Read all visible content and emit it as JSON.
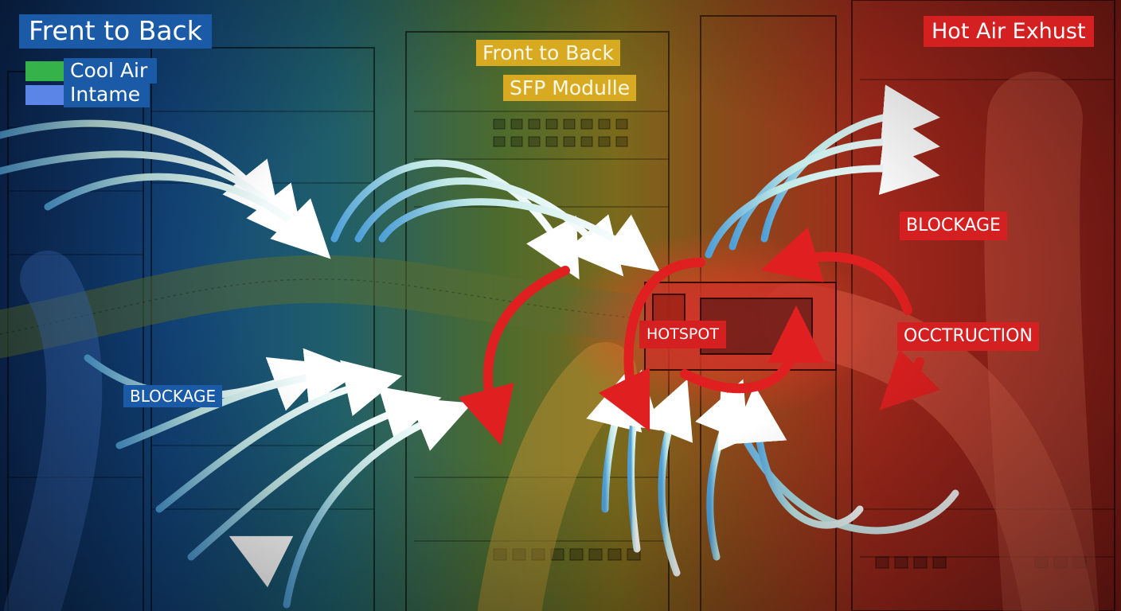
{
  "labels": {
    "title": "Frent to Back",
    "legend": [
      {
        "label": "Cool Air",
        "color": "#35b34a"
      },
      {
        "label": "Intame",
        "color": "#5b86e8"
      }
    ],
    "center_top": "Front to Back",
    "center_sub": "SFP Modulle",
    "hot_air": "Hot Air Exhust",
    "blockage_right": "BLOCKAGE",
    "obstruction": "OCCTRUCTION",
    "hotspot": "HOTSPOT",
    "blockage_left": "BLOCKAGE"
  },
  "colors": {
    "cool_zone": "#12457d",
    "transition_zone": "#7a6a1c",
    "hot_zone": "#a2281c",
    "label_blue": "#1a5aa6",
    "label_yellow": "#d7aa22",
    "label_red": "#d42020",
    "arrow_white": "#ffffff",
    "arrow_red": "#e02020"
  }
}
